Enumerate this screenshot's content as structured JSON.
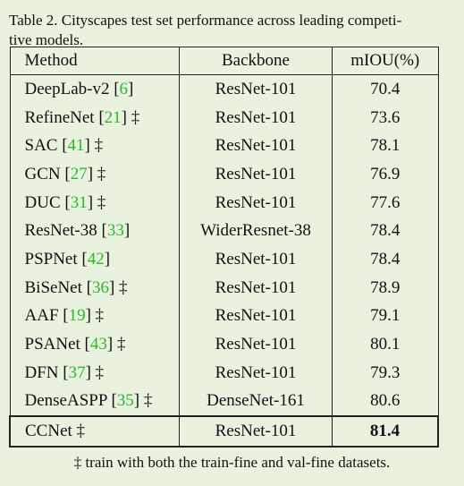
{
  "caption": "Table 2. Cityscapes test set performance across leading competi-tive models.",
  "caption_line1": "Table 2. Cityscapes test set performance across leading competi-",
  "caption_line2": "tive models.",
  "headers": {
    "method": "Method",
    "backbone": "Backbone",
    "miou": "mIOU(%)"
  },
  "rows": [
    {
      "name": "DeepLab-v2",
      "ref": "6",
      "dagger": "",
      "backbone": "ResNet-101",
      "miou": "70.4"
    },
    {
      "name": "RefineNet",
      "ref": "21",
      "dagger": "‡",
      "backbone": "ResNet-101",
      "miou": "73.6"
    },
    {
      "name": "SAC",
      "ref": "41",
      "dagger": "‡",
      "backbone": "ResNet-101",
      "miou": "78.1"
    },
    {
      "name": "GCN",
      "ref": "27",
      "dagger": "‡",
      "backbone": "ResNet-101",
      "miou": "76.9"
    },
    {
      "name": "DUC",
      "ref": "31",
      "dagger": "‡",
      "backbone": "ResNet-101",
      "miou": "77.6"
    },
    {
      "name": "ResNet-38",
      "ref": "33",
      "dagger": "",
      "backbone": "WiderResnet-38",
      "miou": "78.4"
    },
    {
      "name": "PSPNet",
      "ref": "42",
      "dagger": "",
      "backbone": "ResNet-101",
      "miou": "78.4"
    },
    {
      "name": "BiSeNet",
      "ref": "36",
      "dagger": "‡",
      "backbone": "ResNet-101",
      "miou": "78.9"
    },
    {
      "name": "AAF",
      "ref": "19",
      "dagger": "‡",
      "backbone": "ResNet-101",
      "miou": "79.1"
    },
    {
      "name": "PSANet",
      "ref": "43",
      "dagger": "‡",
      "backbone": "ResNet-101",
      "miou": "80.1"
    },
    {
      "name": "DFN",
      "ref": "37",
      "dagger": "‡",
      "backbone": "ResNet-101",
      "miou": "79.3"
    },
    {
      "name": "DenseASPP",
      "ref": "35",
      "dagger": "‡",
      "backbone": "DenseNet-161",
      "miou": "80.6"
    }
  ],
  "ours": {
    "name": "CCNet",
    "dagger": "‡",
    "backbone": "ResNet-101",
    "miou": "81.4"
  },
  "footnote": "‡ train with both the train-fine and val-fine datasets.",
  "colors": {
    "background": "#e9f1df",
    "reference_link": "#2ab92a",
    "text": "#111111"
  }
}
